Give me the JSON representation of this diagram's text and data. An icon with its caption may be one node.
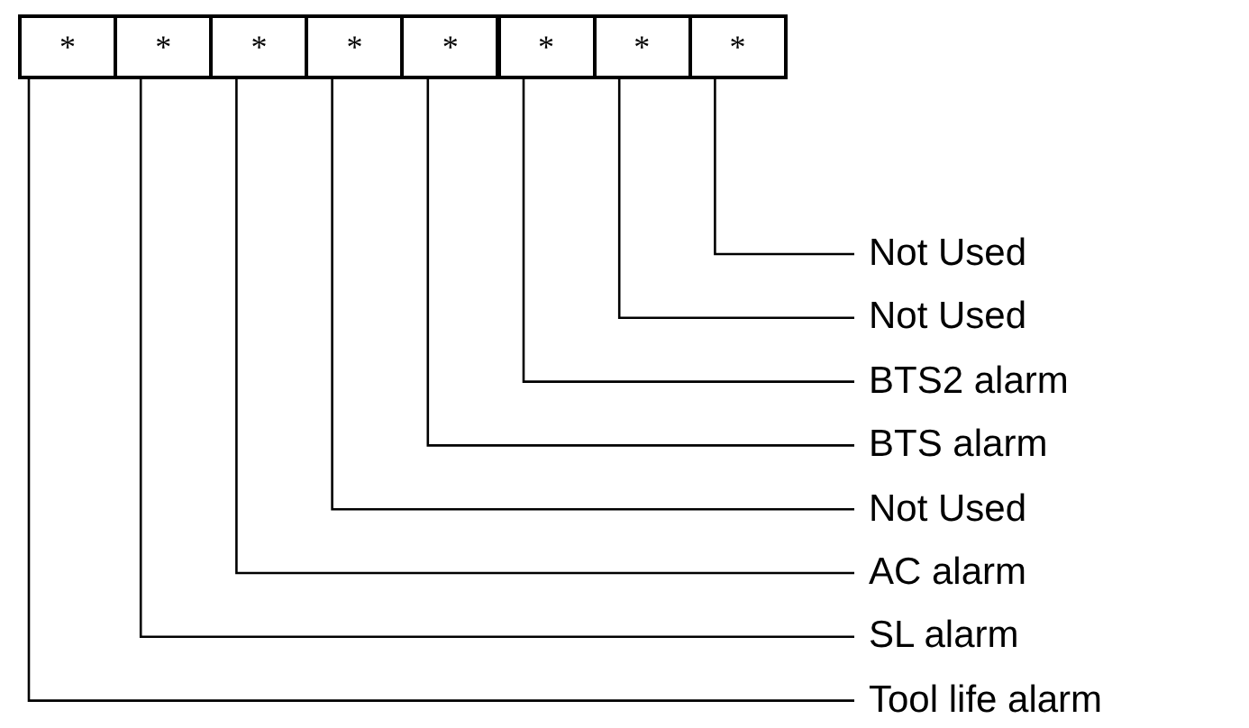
{
  "diagram": {
    "nodes": [
      {
        "text": [
          "*"
        ]
      },
      {
        "text": [
          "*"
        ]
      },
      {
        "text": [
          "*"
        ]
      },
      {
        "text": [
          "*"
        ]
      },
      {
        "text": [
          "*"
        ]
      },
      {
        "text": [
          "*"
        ]
      },
      {
        "text": [
          "*"
        ]
      },
      {
        "text": [
          "*"
        ]
      },
      {
        "text": [
          "Not Used"
        ]
      },
      {
        "text": [
          "Not Used"
        ]
      },
      {
        "text": [
          "BTS2 alarm"
        ]
      },
      {
        "text": [
          "BTS alarm"
        ]
      },
      {
        "text": [
          "Not Used"
        ]
      },
      {
        "text": [
          "AC alarm"
        ]
      },
      {
        "text": [
          "SL alarm"
        ]
      },
      {
        "text": [
          "Tool life alarm"
        ]
      }
    ],
    "edges": [
      {
        "from": 8,
        "to": 7,
        "arrow": "none"
      },
      {
        "from": 9,
        "to": 6,
        "arrow": "none"
      },
      {
        "from": 10,
        "to": 5,
        "arrow": "none"
      },
      {
        "from": 11,
        "to": 4,
        "arrow": "none"
      },
      {
        "from": 12,
        "to": 3,
        "arrow": "none"
      },
      {
        "from": 13,
        "to": 2,
        "arrow": "none"
      },
      {
        "from": 14,
        "to": 1,
        "arrow": "none"
      },
      {
        "from": 15,
        "to": 0,
        "arrow": "none"
      }
    ]
  }
}
